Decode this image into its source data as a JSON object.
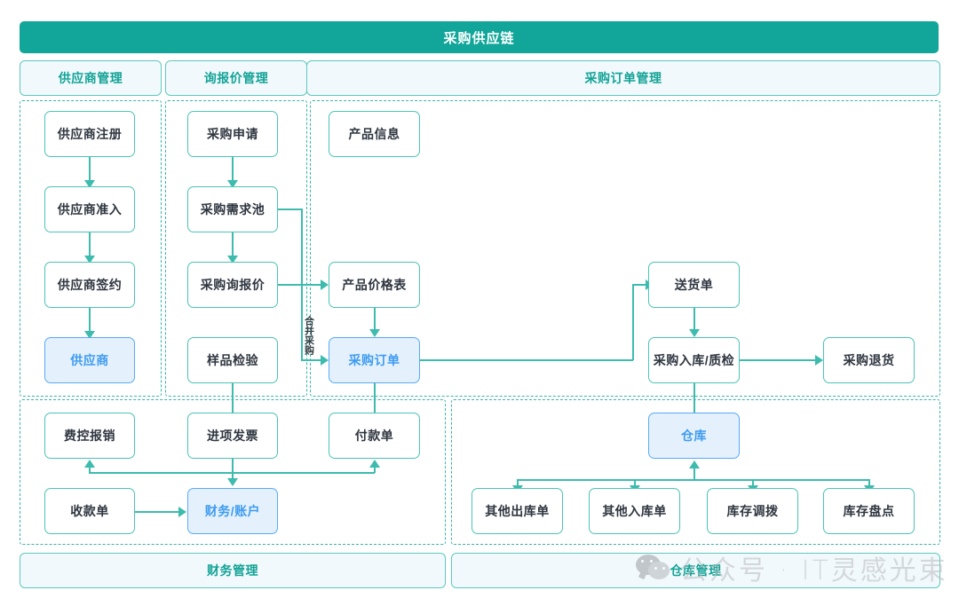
{
  "header": {
    "title": "采购供应链"
  },
  "sections": [
    {
      "key": "supplier",
      "label": "供应商管理"
    },
    {
      "key": "rfq",
      "label": "询报价管理"
    },
    {
      "key": "order",
      "label": "采购订单管理"
    }
  ],
  "footers": [
    {
      "key": "finance",
      "label": "财务管理"
    },
    {
      "key": "warehouse",
      "label": "仓库管理"
    }
  ],
  "nodes": {
    "supplier_register": "供应商注册",
    "supplier_access": "供应商准入",
    "supplier_contract": "供应商签约",
    "supplier": "供应商",
    "purchase_request": "采购申请",
    "demand_pool": "采购需求池",
    "inquiry_quote": "采购询报价",
    "sample_inspect": "样品检验",
    "product_info": "产品信息",
    "price_list": "产品价格表",
    "purchase_order": "采购订单",
    "delivery_note": "送货单",
    "receipt_qc": "采购入库/质检",
    "purchase_return": "采购退货",
    "expense_claim": "费控报销",
    "input_invoice": "进项发票",
    "payment_note": "付款单",
    "receipt_note": "收款单",
    "finance_account": "财务/账户",
    "warehouse": "仓库",
    "other_outbound": "其他出库单",
    "other_inbound": "其他入库单",
    "stock_transfer": "库存调拨",
    "stock_count": "库存盘点"
  },
  "edge_labels": {
    "merge_purchase": "合并采购"
  },
  "watermark": {
    "text": "公众号 · IT灵感光束"
  },
  "colors": {
    "title_bar": "#11a699",
    "teal_border": "#4cc3b6",
    "teal_text": "#13a396",
    "connector": "#3dbcae",
    "highlight_fill": "#e4f1fd",
    "highlight_border": "#58aaf5",
    "highlight_text": "#3e9bf0",
    "section_fill": "#f2f9fd",
    "node_text": "#2f3640"
  }
}
